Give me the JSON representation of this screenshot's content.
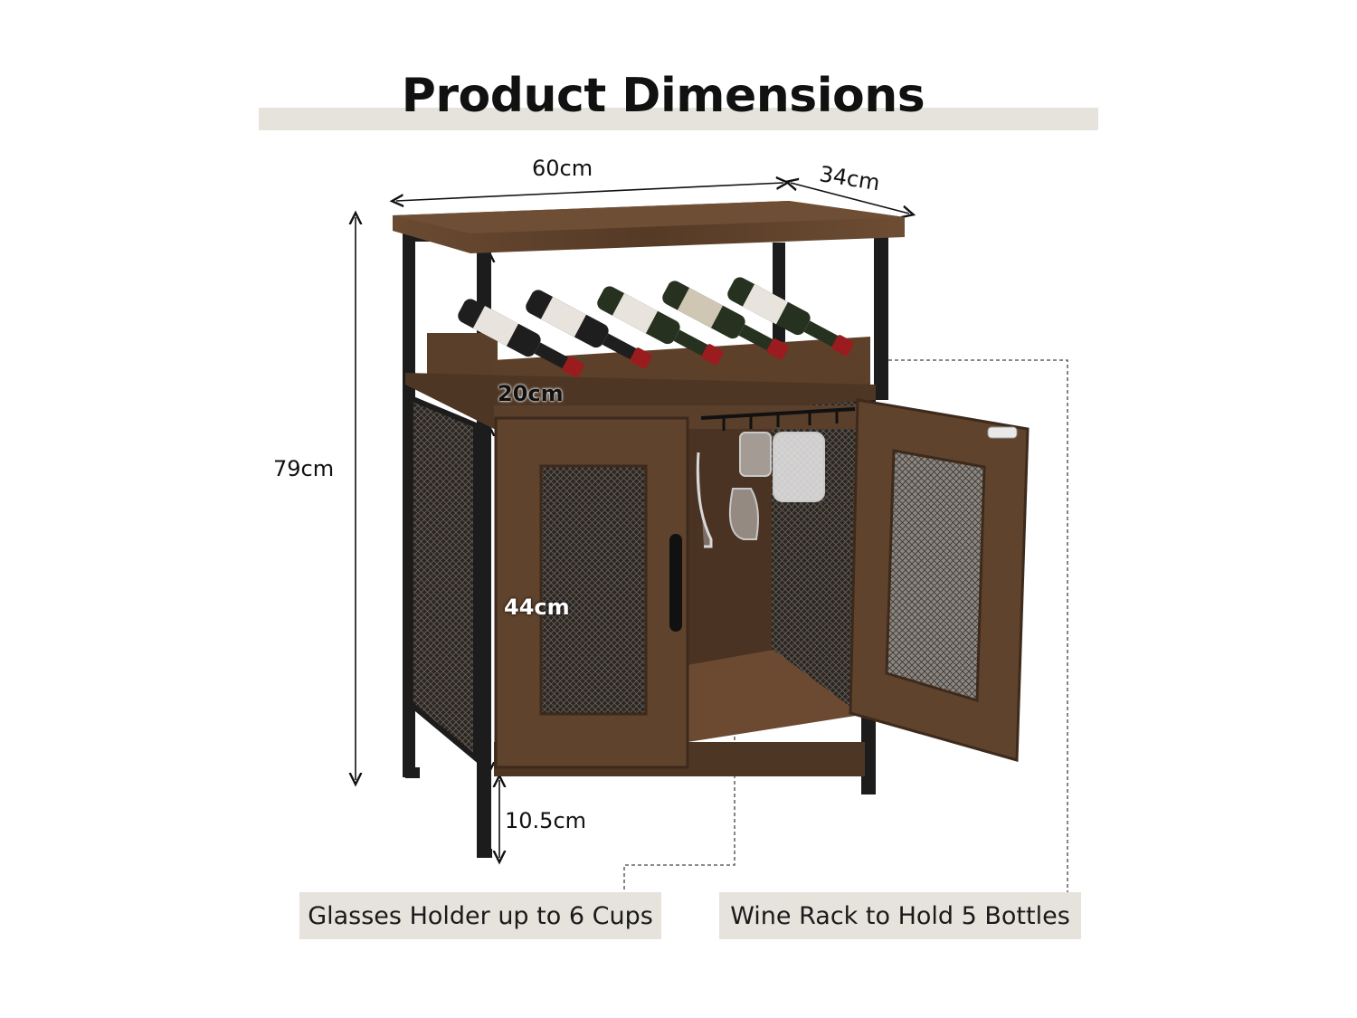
{
  "title": "Product Dimensions",
  "dimensions": {
    "width": "60cm",
    "depth": "34cm",
    "height": "79cm",
    "shelf": "20cm",
    "cabinet": "44cm",
    "legs": "10.5cm"
  },
  "callouts": {
    "glasses": "Glasses Holder up to 6 Cups",
    "wine": "Wine Rack to Hold 5 Bottles"
  },
  "colors": {
    "wood": "#5a3f2b",
    "wood_dark": "#3d2a1c",
    "metal": "#1c1c1c",
    "band": "#e6e3dc"
  }
}
